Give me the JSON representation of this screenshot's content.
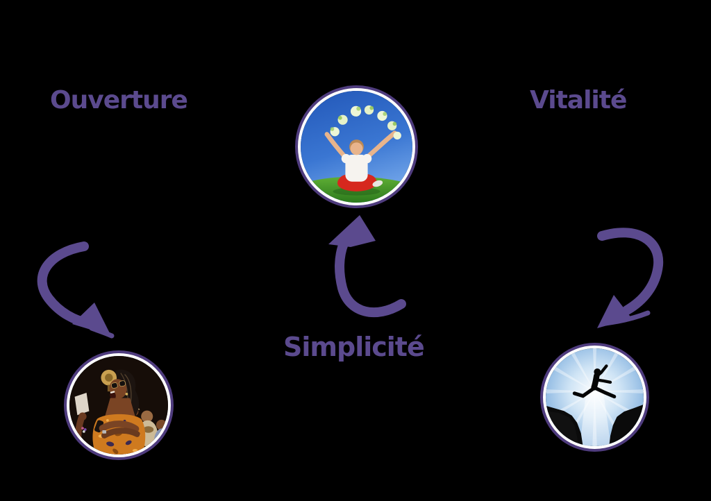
{
  "diagram": {
    "labels": {
      "ouverture": "Ouverture",
      "vitalite": "Vitalité",
      "simplicite": "Simplicité"
    },
    "colors": {
      "background": "#000000",
      "accent": "#5b4a8e",
      "circle_border": "#4f3c7e",
      "circle_ring": "#ffffff"
    },
    "photos": [
      {
        "name": "joyful-woman-flowers-photo",
        "position": "top-center",
        "linked_label": "Simplicité",
        "depicts": "woman in white top and red trousers sitting on grass under blue sky, arms raised, tossing white flowers"
      },
      {
        "name": "singing-crowd-photo",
        "position": "bottom-left",
        "linked_label": "Ouverture",
        "depicts": "joyful crowd singing, woman with braids and sunglasses in orange patterned dress"
      },
      {
        "name": "cliff-jump-silhouette-photo",
        "position": "bottom-right",
        "linked_label": "Vitalité",
        "depicts": "silhouette of a man leaping between two cliffs against a sunburst sky"
      }
    ],
    "arrows": [
      {
        "name": "curved-arrow-down-left",
        "from": "ouverture-label",
        "to": "singing-crowd-photo"
      },
      {
        "name": "curved-arrow-up-center",
        "from": "simplicite-label",
        "to": "joyful-woman-flowers-photo"
      },
      {
        "name": "curved-arrow-down-right",
        "from": "vitalite-label",
        "to": "cliff-jump-silhouette-photo"
      }
    ]
  }
}
